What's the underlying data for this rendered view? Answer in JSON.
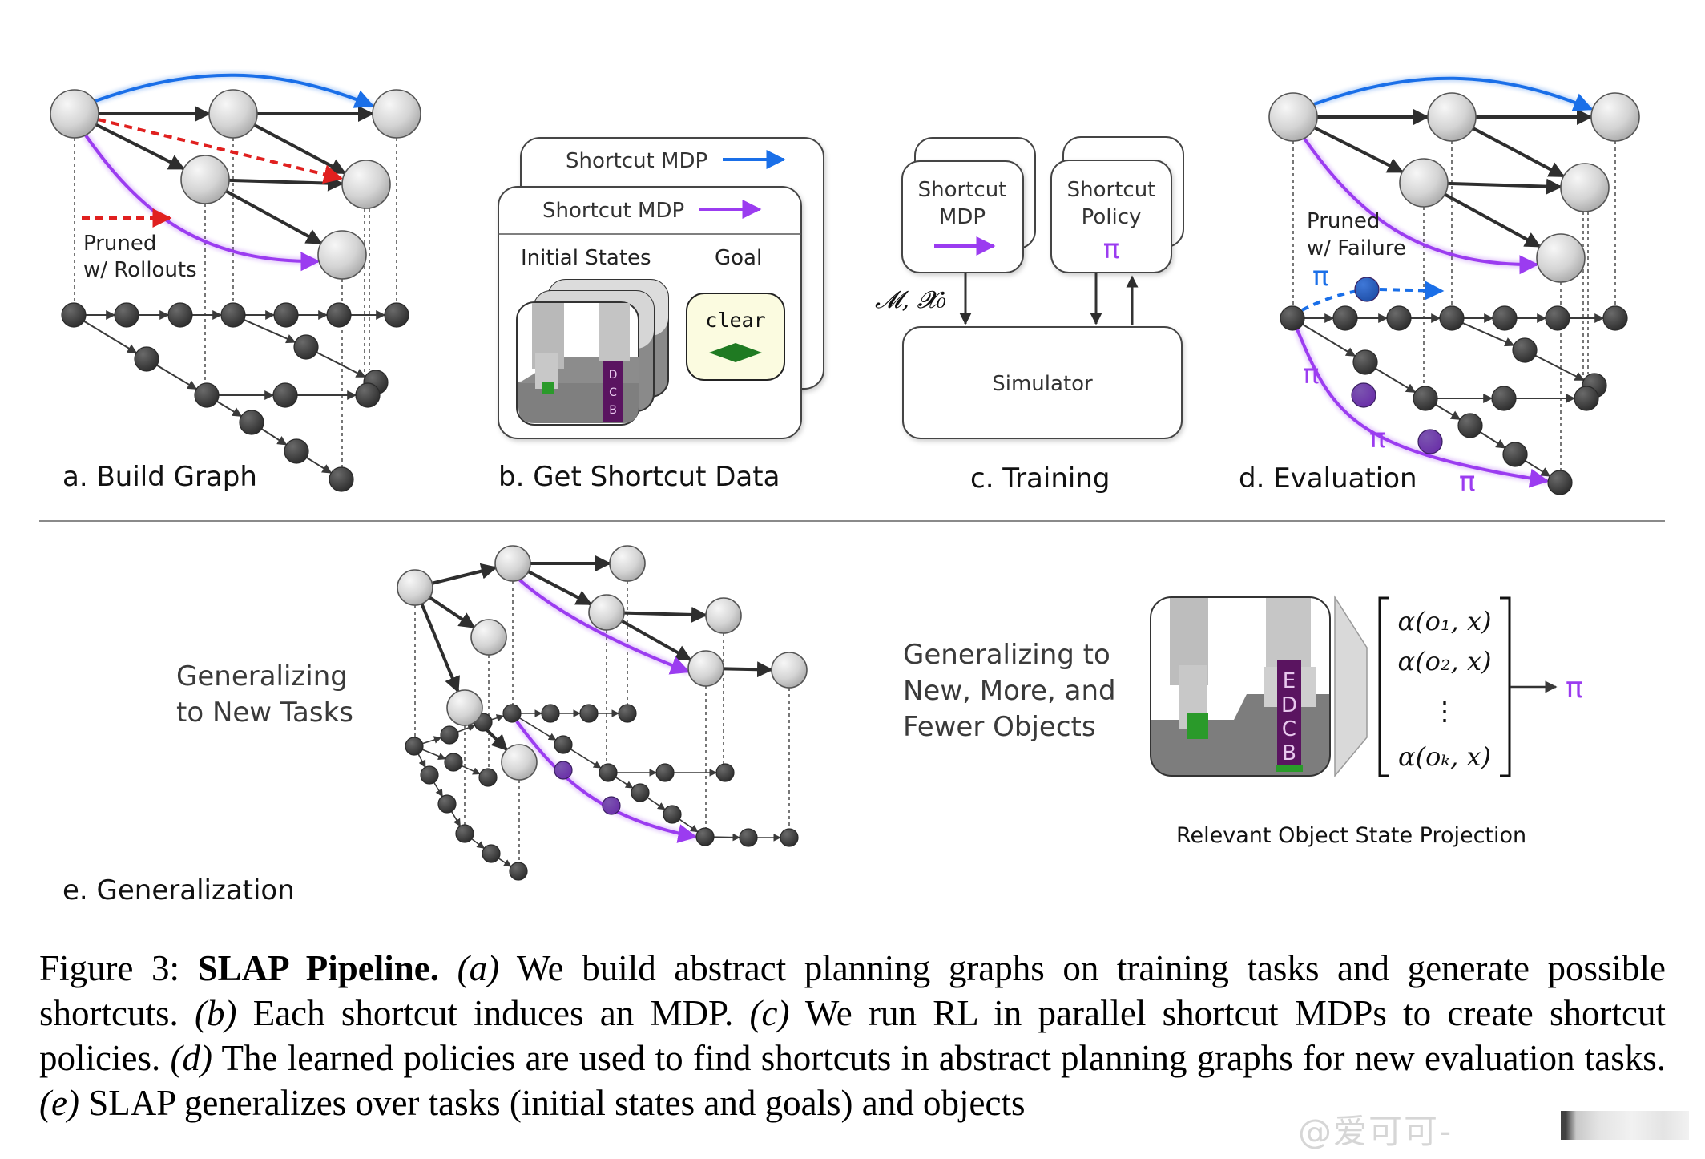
{
  "figure": {
    "panels": {
      "a": {
        "label": "a. Build Graph",
        "legend_text_line1": "Pruned",
        "legend_text_line2": "w/ Rollouts"
      },
      "b": {
        "label": "b. Get Shortcut Data",
        "back_card_title": "Shortcut MDP",
        "front_card_title": "Shortcut MDP",
        "initial_states_label": "Initial States",
        "goal_label": "Goal",
        "goal_predicate": "clear",
        "block_letters_b": [
          "D",
          "C",
          "B"
        ]
      },
      "c": {
        "label": "c. Training",
        "mdp_card_line1": "Shortcut",
        "mdp_card_line2": "MDP",
        "policy_card_line1": "Shortcut",
        "policy_card_line2": "Policy",
        "policy_symbol": "π",
        "arrow_label": "𝓜, 𝓧₀",
        "simulator_label": "Simulator"
      },
      "d": {
        "label": "d. Evaluation",
        "legend_text_line1": "Pruned",
        "legend_text_line2": "w/ Failure",
        "policy_symbol": "π"
      },
      "e": {
        "label": "e. Generalization",
        "tasks_text_line1": "Generalizing",
        "tasks_text_line2": "to New Tasks",
        "objects_text_line1": "Generalizing to",
        "objects_text_line2": "New, More, and",
        "objects_text_line3": "Fewer Objects",
        "block_letters_e": [
          "E",
          "D",
          "C",
          "B"
        ],
        "projection_rows": [
          "α(o₁, x)",
          "α(o₂, x)",
          "⋮",
          "α(oₖ, x)"
        ],
        "policy_symbol": "π",
        "projection_caption": "Relevant Object State Projection"
      }
    },
    "colors": {
      "blue_shortcut": "#1a6fe8",
      "purple_shortcut": "#9b3cf0",
      "red_pruned": "#e0201f",
      "dark_node": "#3f3f3f",
      "light_node": "#d6d6d6",
      "goal_box_bg": "#fbfbe0",
      "goal_diamond": "#1f7a22",
      "block_purple": "#5a1460",
      "gripper_green": "#2a9a2a"
    }
  },
  "caption": {
    "figure_number": "Figure 3:",
    "title": "SLAP Pipeline.",
    "parts": [
      {
        "tag": "(a)",
        "text": " We build abstract planning graphs on training tasks and generate possible shortcuts. "
      },
      {
        "tag": "(b)",
        "text": " Each shortcut induces an MDP. "
      },
      {
        "tag": "(c)",
        "text": " We run RL in parallel shortcut MDPs to create shortcut policies. "
      },
      {
        "tag": "(d)",
        "text": " The learned policies are used to find shortcuts in abstract planning graphs for new evaluation tasks. "
      },
      {
        "tag": "(e)",
        "text": " SLAP generalizes over tasks (initial states and goals) and objects"
      }
    ]
  },
  "watermark": "@爱可可-"
}
